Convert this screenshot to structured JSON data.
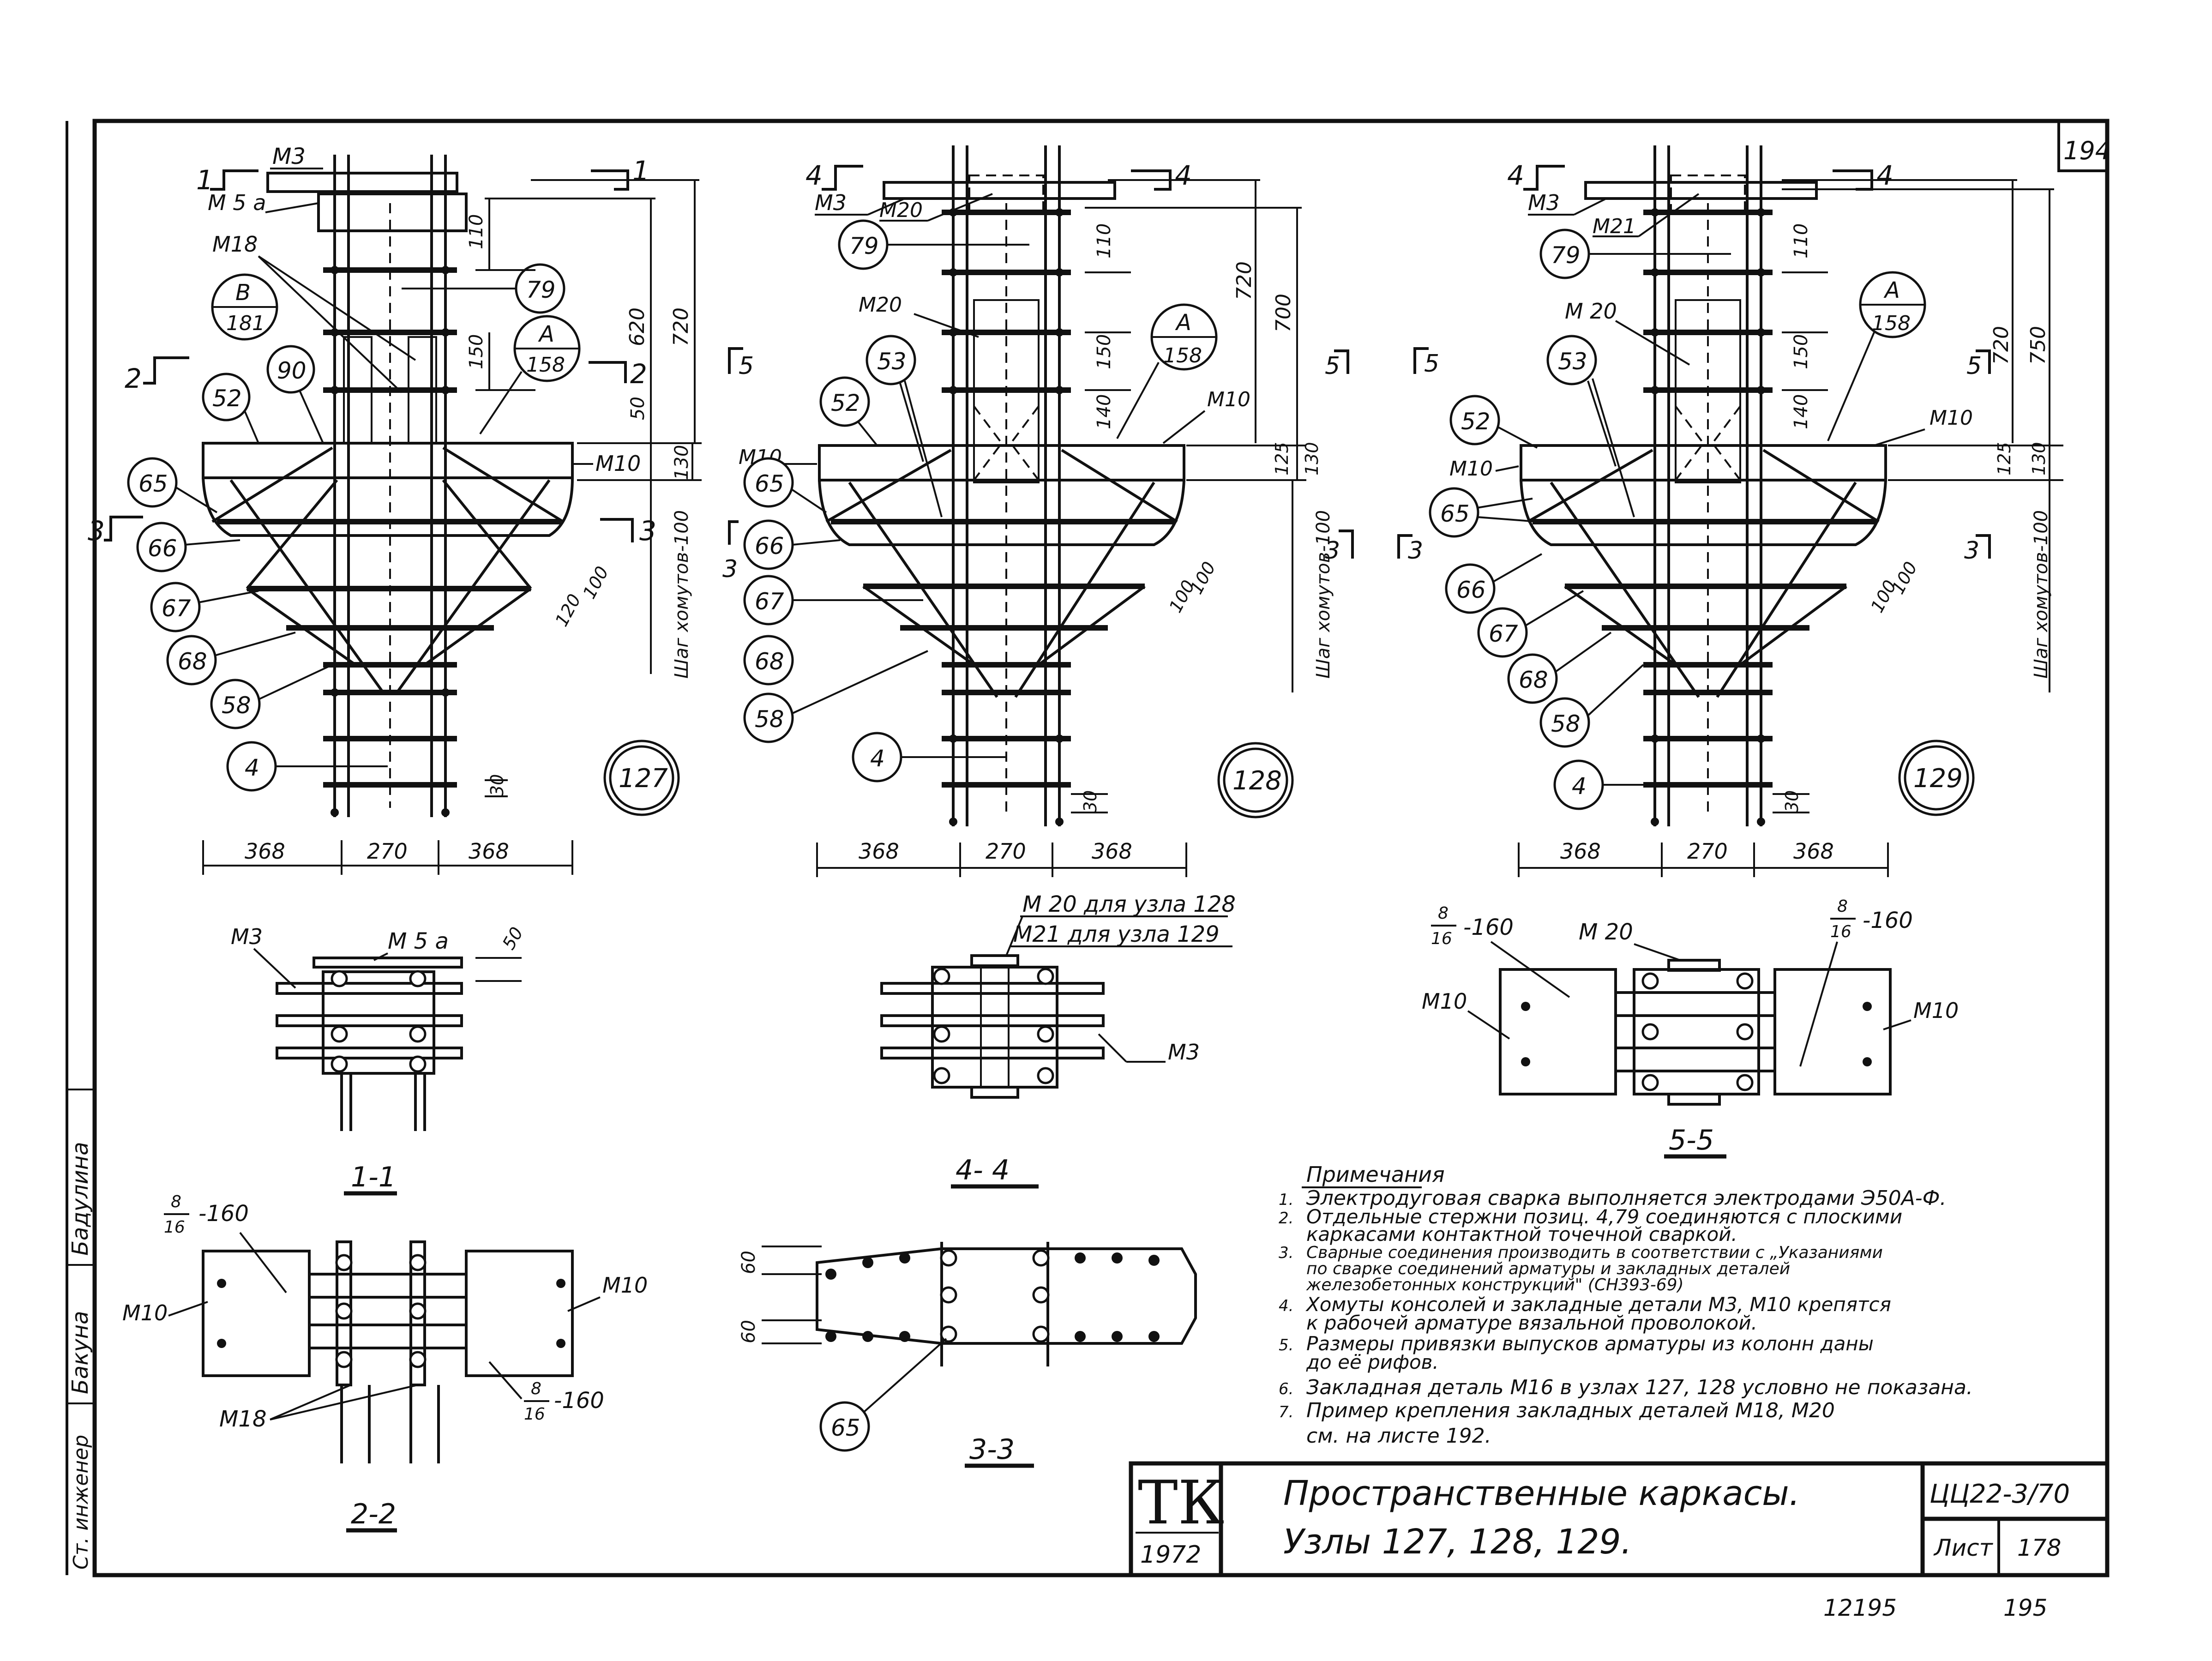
{
  "sheet": {
    "page_number": "194",
    "left_stamp": {
      "role1": "Ст. инженер",
      "name1": "Бакуна",
      "role2": "Бадулина"
    },
    "bottom_codes": [
      "12195",
      "195"
    ]
  },
  "nodes": [
    {
      "id": "127",
      "sections": [
        "1",
        "2",
        "3"
      ],
      "labels": {
        "m3": "М3",
        "m5a": "М 5 а",
        "m18": "М18",
        "m10": "М10",
        "ref_b": "В",
        "ref_b_sheet": "181",
        "ref_a": "А",
        "ref_a_sheet": "158"
      },
      "bubbles": [
        "79",
        "52",
        "90",
        "65",
        "66",
        "67",
        "68",
        "58",
        "4"
      ],
      "dims": {
        "d110": "110",
        "d150": "150",
        "d50": "50",
        "d620": "620",
        "d720": "720",
        "d130": "130",
        "d120": "120",
        "d100": "100",
        "d30": "30",
        "stirrup_step": "Шаг хомутов-100",
        "w_left": "368",
        "w_mid": "270",
        "w_right": "368"
      }
    },
    {
      "id": "128",
      "sections": [
        "4",
        "5",
        "3"
      ],
      "labels": {
        "m3": "М3",
        "m20a": "М20",
        "m20b": "М20",
        "m10a": "М10",
        "m10b": "М10",
        "ref_a": "А",
        "ref_a_sheet": "158"
      },
      "bubbles": [
        "79",
        "53",
        "52",
        "65",
        "66",
        "67",
        "68",
        "58",
        "4"
      ],
      "dims": {
        "d110": "110",
        "d150": "150",
        "d140": "140",
        "d720": "720",
        "d700": "700",
        "d125": "125",
        "d130": "130",
        "d100a": "100",
        "d100b": "100",
        "d30": "30",
        "stirrup_step": "Шаг хомутов-100",
        "w_left": "368",
        "w_mid": "270",
        "w_right": "368"
      }
    },
    {
      "id": "129",
      "sections": [
        "4",
        "5",
        "3"
      ],
      "labels": {
        "m3": "М3",
        "m21": "М21",
        "m20": "М 20",
        "m10a": "М10",
        "m10b": "М10",
        "ref_a": "А",
        "ref_a_sheet": "158"
      },
      "bubbles": [
        "79",
        "53",
        "52",
        "65",
        "66",
        "67",
        "68",
        "58",
        "4"
      ],
      "dims": {
        "d110": "110",
        "d150": "150",
        "d140": "140",
        "d720": "720",
        "d750": "750",
        "d125": "125",
        "d130": "130",
        "d100a": "100",
        "d100b": "100",
        "d30": "30",
        "stirrup_step": "Шаг хомутов-100",
        "w_left": "368",
        "w_mid": "270",
        "w_right": "368"
      }
    }
  ],
  "section_views": {
    "s11": {
      "title": "1-1",
      "m5a": "М 5 а",
      "m3": "М3",
      "d50": "50"
    },
    "s22": {
      "title": "2-2",
      "m10a": "М10",
      "m10b": "М10",
      "m18": "М18",
      "frac_num": "8",
      "frac_den": "16",
      "frac_val": "-160"
    },
    "s44": {
      "title": "4- 4",
      "line1": "М 20 для узла 128",
      "line2": "М21 для узла 129",
      "m3": "М3"
    },
    "s55": {
      "title": "5-5",
      "m20": "М 20",
      "m10a": "М10",
      "m10b": "М10",
      "frac_num": "8",
      "frac_den": "16",
      "frac_val": "-160"
    },
    "s33": {
      "title": "3-3",
      "d60a": "60",
      "d60b": "60",
      "bubble": "65"
    }
  },
  "notes": {
    "heading": "Примечания",
    "items": [
      {
        "n": "1.",
        "text": "Электродуговая сварка выполняется электродами Э50А-Ф."
      },
      {
        "n": "2.",
        "text": "Отдельные стержни позиц. 4,79 соединяются с плоскими"
      },
      {
        "n": "",
        "text": "каркасами контактной точечной сваркой."
      },
      {
        "n": "3.",
        "text": "Сварные соединения производить в соответствии с „Указаниями"
      },
      {
        "n": "",
        "text": "по сварке соединений арматуры и закладных деталей"
      },
      {
        "n": "",
        "text": "железобетонных конструкций\" (СН393-69)"
      },
      {
        "n": "4.",
        "text": "Хомуты консолей и закладные детали М3, М10 крепятся"
      },
      {
        "n": "",
        "text": "к рабочей арматуре вязальной проволокой."
      },
      {
        "n": "5.",
        "text": "Размеры привязки выпусков арматуры из колонн даны"
      },
      {
        "n": "",
        "text": "до её рифов."
      },
      {
        "n": "6.",
        "text": "Закладная деталь М16 в узлах 127, 128 условно не показана."
      },
      {
        "n": "7.",
        "text": "Пример крепления закладных деталей М18, М20"
      },
      {
        "n": "",
        "text": "см. на листе 192."
      }
    ]
  },
  "title_block": {
    "logo": "ТК",
    "year": "1972",
    "title_line1": "Пространственные каркасы.",
    "title_line2": "Узлы 127, 128, 129.",
    "series": "ЦЦ22-3/70",
    "sheet_label": "Лист",
    "sheet_no": "178"
  }
}
